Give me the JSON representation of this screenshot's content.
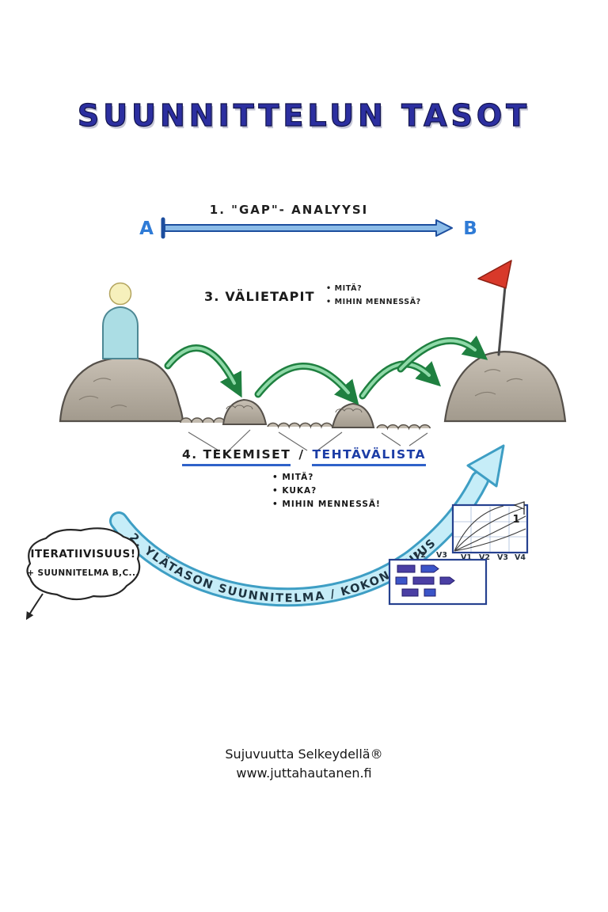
{
  "title": "SUUNNITTELUN TASOT",
  "gap_analysis": {
    "label": "1. \"GAP\"- ANALYYSI",
    "point_a": "A",
    "point_b": "B"
  },
  "milestones": {
    "heading": "3. VÄLIETAPIT",
    "bullets": [
      "• MITÄ?",
      "• MIHIN MENNESSÄ?"
    ]
  },
  "tasks": {
    "word1": "4. TEKEMISET",
    "separator": "/",
    "word2": "TEHTÄVÄLISTA",
    "bullets": [
      "• MITÄ?",
      "• KUKA?",
      "• MIHIN MENNESSÄ!"
    ]
  },
  "top_level_plan": {
    "label": "2. YLÄTASON SUUNNITELMA / KOKONAISUUS"
  },
  "iteration_bubble": {
    "line1": "ITERATIIVISUUS!",
    "line2": "+ SUUNNITELMA B,C..."
  },
  "mini_charts": {
    "flag_number": "1",
    "axis_labels": [
      "V1",
      "V2",
      "V3",
      "V4"
    ],
    "board_headers": [
      "V2",
      "V3"
    ]
  },
  "footer": {
    "line1": "Sujuvuutta Selkeydellä®",
    "line2": "www.juttahautanen.fi"
  },
  "colors": {
    "title_blue": "#2c2fa0",
    "gap_arrow_fill": "#8cbce8",
    "gap_arrow_stroke": "#1d4e9e",
    "hop_arrow_green": "#1f8040",
    "plan_band_fill": "#c6edf8",
    "plan_band_stroke": "#3e9ec4",
    "goal_flag_red": "#d8392a",
    "rock_gray": "#b5aca0",
    "person_cyan": "#abdde4",
    "underline_blue": "#2f62c9"
  }
}
